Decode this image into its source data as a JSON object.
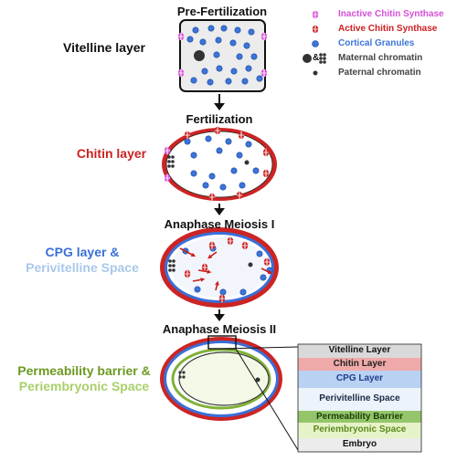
{
  "stages": {
    "pre": "Pre-Fertilization",
    "fert": "Fertilization",
    "meiosis1": "Anaphase Meiosis I",
    "meiosis2": "Anaphase Meiosis II"
  },
  "side_labels": {
    "vitelline": "Vitelline layer",
    "chitin": "Chitin layer",
    "cpg_1": "CPG layer &",
    "cpg_2": "Perivitelline Space",
    "perm_1": "Permeability barrier &",
    "perm_2": "Periembryonic Space"
  },
  "legend": {
    "inactive": "Inactive Chitin Synthase",
    "active": "Active Chitin Synthase",
    "granules": "Cortical Granules",
    "maternal": "Maternal chromatin",
    "paternal": "Paternal chromatin",
    "amp": "&"
  },
  "layers": [
    {
      "label": "Vitelline Layer",
      "color": "#d9d9d9",
      "text_color": "#111111"
    },
    {
      "label": "Chitin Layer",
      "color": "#f0a9a9",
      "text_color": "#222222"
    },
    {
      "label": "CPG Layer",
      "color": "#b9d1f2",
      "text_color": "#1d3f8a"
    },
    {
      "label": "Perivitelline Space",
      "color": "#ecf3fb",
      "text_color": "#1a2a44"
    },
    {
      "label": "Permeability Barrier",
      "color": "#95c56a",
      "text_color": "#1b3d08"
    },
    {
      "label": "Periembryonic Space",
      "color": "#e6f3c8",
      "text_color": "#5c8a1d"
    },
    {
      "label": "Embryo",
      "color": "#ececec",
      "text_color": "#111111"
    }
  ],
  "colors": {
    "inactive_synthase": "#d64fd6",
    "active_synthase": "#cc1f1f",
    "granule": "#3c74d8",
    "chitin_label": "#cc2222",
    "cpg_label": "#3a6fd8",
    "perivitelline_label": "#a9c8ea",
    "perm_label": "#6b9a22",
    "periembryonic_label": "#a9d06a"
  }
}
